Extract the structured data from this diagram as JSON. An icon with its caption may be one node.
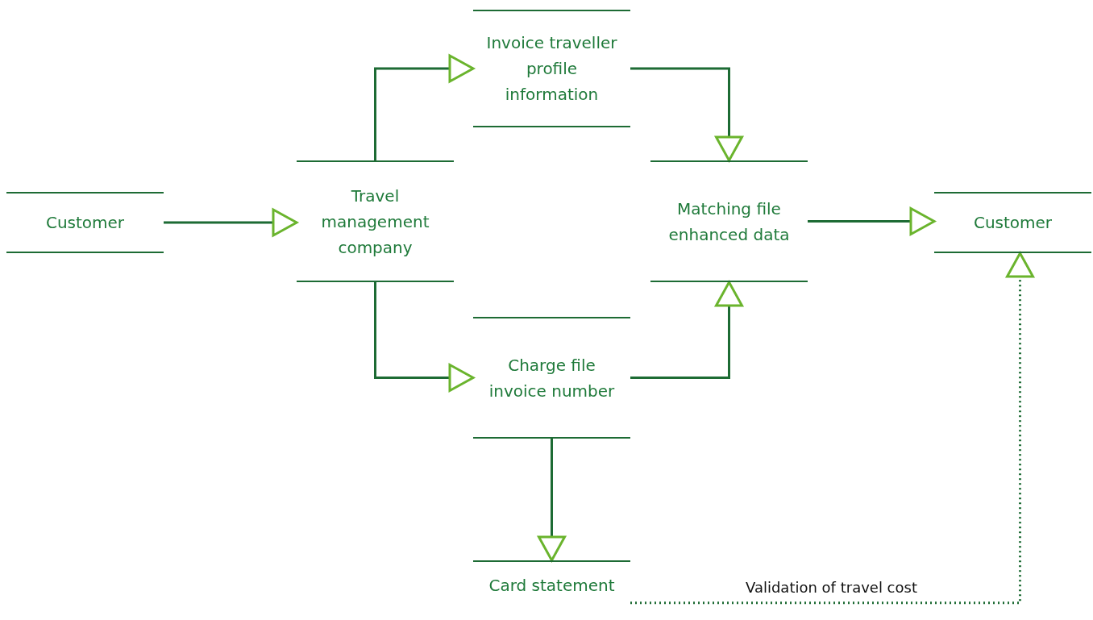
{
  "diagram": {
    "nodes": [
      {
        "text": [
          "Customer"
        ]
      },
      {
        "text": [
          "Travel management company"
        ]
      },
      {
        "text": [
          "Invoice traveller profile information"
        ]
      },
      {
        "text": [
          "Matching file enhanced data"
        ]
      },
      {
        "text": [
          "Customer"
        ]
      },
      {
        "text": [
          "Charge file invoice number"
        ]
      },
      {
        "text": [
          "Card statement"
        ]
      }
    ],
    "edges": [
      {
        "from": 0,
        "to": 1,
        "arrow": "to"
      },
      {
        "from": 1,
        "to": 2,
        "arrow": "to"
      },
      {
        "from": 2,
        "to": 3,
        "arrow": "to"
      },
      {
        "from": 1,
        "to": 5,
        "arrow": "to"
      },
      {
        "from": 5,
        "to": 3,
        "arrow": "to"
      },
      {
        "from": 3,
        "to": 4,
        "arrow": "to"
      },
      {
        "from": 5,
        "to": 6,
        "arrow": "to"
      },
      {
        "from": 6,
        "to": 4,
        "arrow": "to",
        "label": "Validation of travel cost",
        "style": "dashed"
      }
    ]
  }
}
